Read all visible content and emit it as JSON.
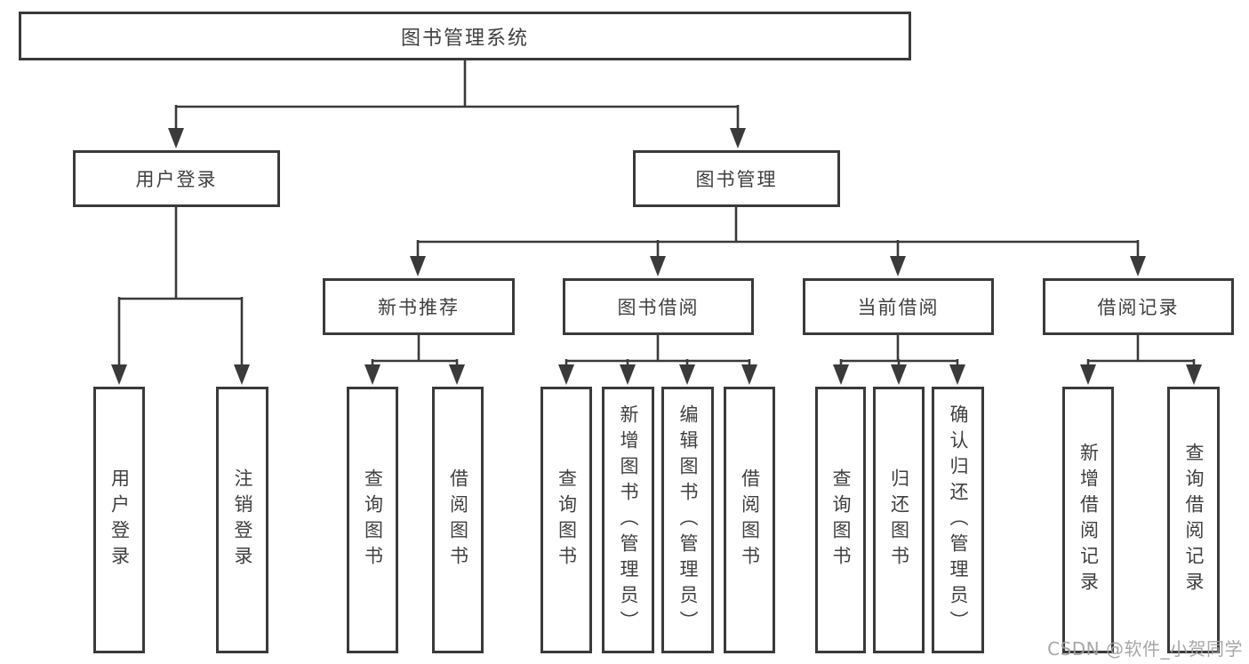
{
  "tree": {
    "root": {
      "label": "图书管理系统"
    },
    "user_login": {
      "label": "用户登录",
      "children": [
        {
          "label": "用户登录"
        },
        {
          "label": "注销登录"
        }
      ]
    },
    "book_management": {
      "label": "图书管理",
      "sections": [
        {
          "label": "新书推荐",
          "children": [
            {
              "label": "查询图书"
            },
            {
              "label": "借阅图书"
            }
          ]
        },
        {
          "label": "图书借阅",
          "children": [
            {
              "label": "查询图书"
            },
            {
              "label": "新增图书（管理员）"
            },
            {
              "label": "编辑图书（管理员）"
            },
            {
              "label": "借阅图书"
            }
          ]
        },
        {
          "label": "当前借阅",
          "children": [
            {
              "label": "查询图书"
            },
            {
              "label": "归还图书"
            },
            {
              "label": "确认归还（管理员）"
            }
          ]
        },
        {
          "label": "借阅记录",
          "children": [
            {
              "label": "新增借阅记录"
            },
            {
              "label": "查询借阅记录"
            }
          ]
        }
      ]
    }
  },
  "watermark": {
    "text": "CSDN @软件_小贺同学"
  },
  "colors": {
    "line": "#3a3a3a",
    "text": "#404040",
    "box_background": "#ffffff",
    "watermark": "#a0a0a2",
    "page_background": "#ffffff"
  }
}
